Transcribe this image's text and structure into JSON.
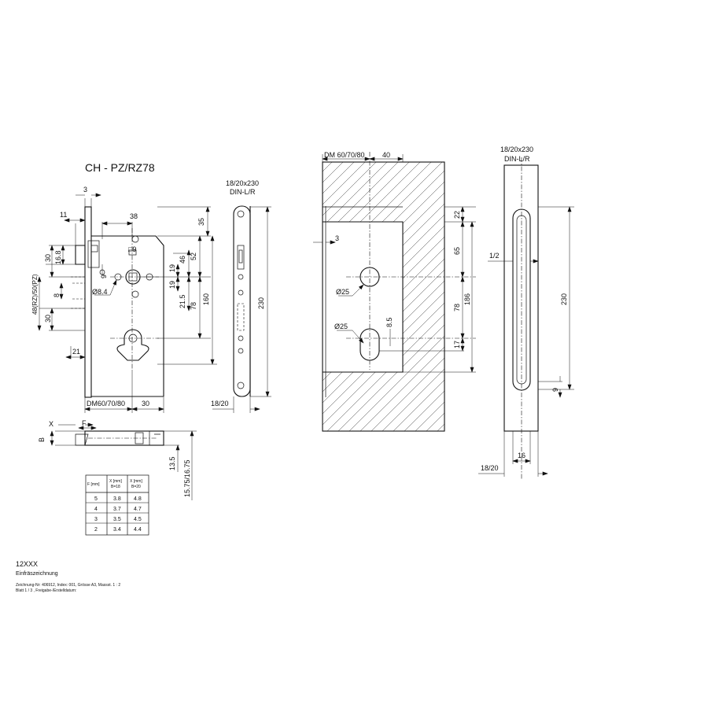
{
  "left_view": {
    "title": "CH - PZ/RZ78",
    "plate_label_1": "18/20x230",
    "plate_label_2": "DIN-L/R",
    "dims": {
      "d3": "3",
      "d11": "11",
      "d38": "38",
      "d35": "35",
      "d52": "52",
      "d46": "46",
      "d19a": "19",
      "d19b": "19",
      "d21_5": "21.5",
      "d78": "78",
      "d160": "160",
      "d230": "230",
      "d30a": "30",
      "d16_8": "16.8",
      "d9": "9",
      "sq9": "□9",
      "d8_4": "Ø8.4",
      "d8": "8",
      "d30b": "30",
      "d48": "48(RZ)/50(PZ)",
      "d21": "21",
      "dm": "DM60/70/80",
      "d30c": "30",
      "d18_20": "18/20"
    }
  },
  "section_view": {
    "x": "X",
    "b": "B",
    "f": "F",
    "d13_5": "13.5",
    "d15": "15.75/16.75"
  },
  "table": {
    "headers": [
      "F [mm]",
      "X [mm] B=18",
      "X [mm] B=20"
    ],
    "rows": [
      [
        "5",
        "3.8",
        "4.8"
      ],
      [
        "4",
        "3.7",
        "4.7"
      ],
      [
        "3",
        "3.5",
        "4.5"
      ],
      [
        "2",
        "3.4",
        "4.4"
      ]
    ]
  },
  "cutout_view": {
    "dm": "DM 60/70/80",
    "d40": "40",
    "d22": "22",
    "d65": "65",
    "d3": "3",
    "d25a": "Ø25",
    "d78": "78",
    "d186": "186",
    "d8_5": "8.5",
    "d25b": "Ø25",
    "d17": "17"
  },
  "faceplate_view": {
    "label_1": "18/20x230",
    "label_2": "DIN-L/R",
    "d1_2": "1/2",
    "d230": "230",
    "d9": "9",
    "d16": "16",
    "d18_20": "18/20"
  },
  "footer": {
    "code": "12XXX",
    "name": "Einfräszeichnung",
    "meta_1": "Zeichnung-Nr: 406912, Index: 001,  Grösse A3, Massst. 1 : 2",
    "meta_2": "Blatt 1 / 3 , Freigabe-/Erstelldatum:"
  }
}
